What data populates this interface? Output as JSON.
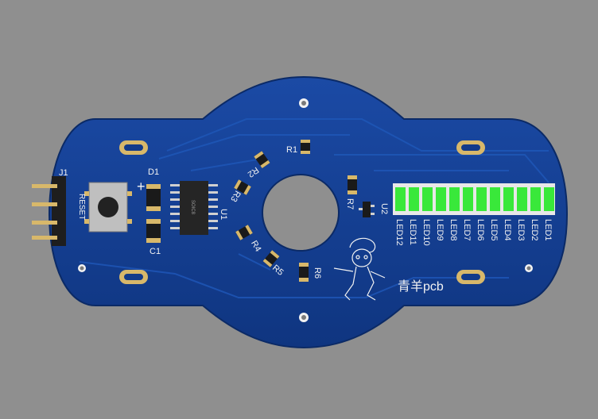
{
  "board": {
    "brand_text": "青羊pcb",
    "connector": {
      "label": "J1"
    },
    "button": {
      "label": "RESET"
    },
    "diode": {
      "label": "D1"
    },
    "plus_sign": "+",
    "capacitor": {
      "label": "C1"
    },
    "ic": {
      "label": "U1",
      "marking": "SOIC8"
    },
    "regulator": {
      "label": "U2"
    },
    "resistors": [
      "R1",
      "R2",
      "R3",
      "R4",
      "R5",
      "R6",
      "R7"
    ],
    "leds": [
      "LED12",
      "LED11",
      "LED10",
      "LED9",
      "LED8",
      "LED7",
      "LED6",
      "LED5",
      "LED4",
      "LED3",
      "LED2",
      "LED1"
    ],
    "colors": {
      "background": "#8f8f8f",
      "board": "#123a8a",
      "led": "#39e83a",
      "gold_pad": "#d8b86a",
      "silk": "#f2f2f2"
    }
  }
}
